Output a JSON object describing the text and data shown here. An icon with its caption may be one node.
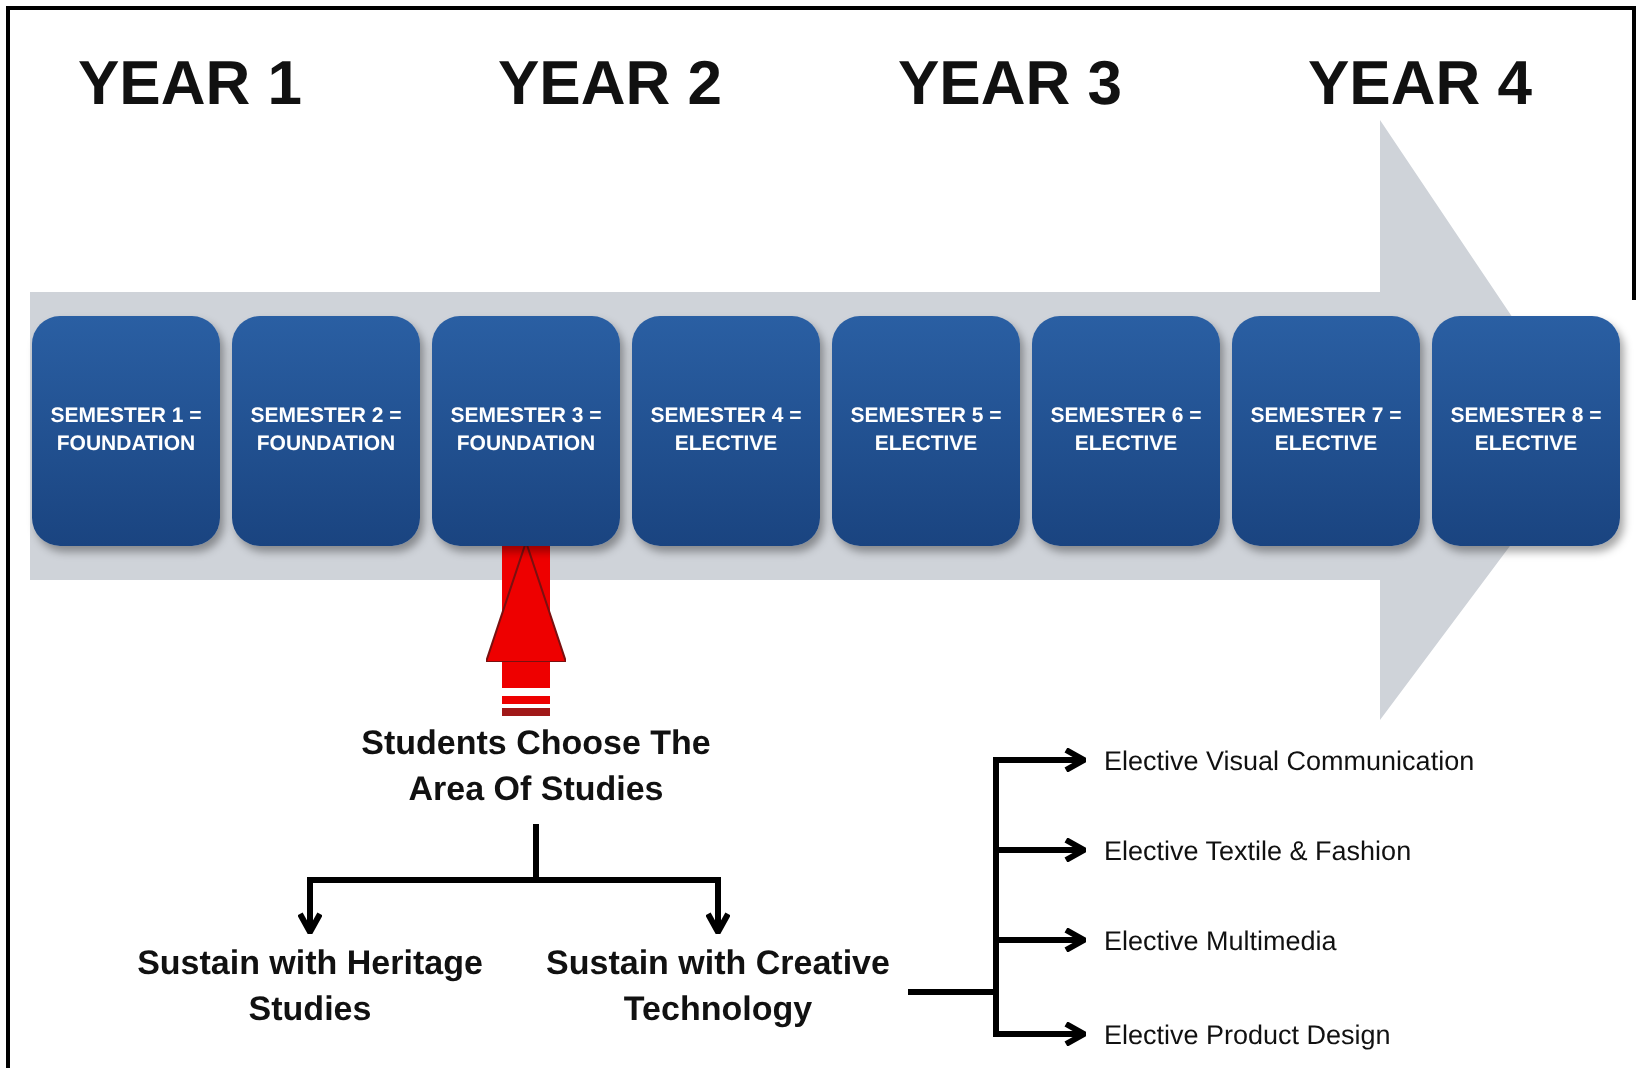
{
  "diagram": {
    "nodes": [
      {
        "text": [
          "SEMESTER 1 = FOUNDATION"
        ]
      },
      {
        "text": [
          "SEMESTER 2 = FOUNDATION"
        ]
      },
      {
        "text": [
          "SEMESTER 3 = FOUNDATION"
        ]
      },
      {
        "text": [
          "SEMESTER 4 = ELECTIVE"
        ]
      },
      {
        "text": [
          "SEMESTER 5 = ELECTIVE"
        ]
      },
      {
        "text": [
          "SEMESTER 6 = ELECTIVE"
        ]
      },
      {
        "text": [
          "SEMESTER 7 = ELECTIVE"
        ]
      },
      {
        "text": [
          "SEMESTER 8 = ELECTIVE"
        ]
      },
      {
        "text": [
          "Students Choose The Area Of Studies"
        ]
      },
      {
        "text": [
          "Sustain with Heritage Studies"
        ]
      },
      {
        "text": [
          "Sustain with Creative Technology"
        ]
      },
      {
        "text": [
          "Elective Visual Communication"
        ]
      },
      {
        "text": [
          "Elective Textile & Fashion"
        ]
      },
      {
        "text": [
          "Elective Multimedia"
        ]
      },
      {
        "text": [
          "Elective Product Design"
        ]
      }
    ],
    "edges": [
      {
        "from": 8,
        "to": 2,
        "arrow": "to",
        "style": "thick",
        "color": "#ee0000"
      },
      {
        "from": 8,
        "to": 9,
        "arrow": "to"
      },
      {
        "from": 8,
        "to": 10,
        "arrow": "to"
      },
      {
        "from": 10,
        "to": 11,
        "arrow": "to"
      },
      {
        "from": 10,
        "to": 12,
        "arrow": "to"
      },
      {
        "from": 10,
        "to": 13,
        "arrow": "to"
      },
      {
        "from": 10,
        "to": 14,
        "arrow": "to"
      }
    ],
    "labels": [
      "YEAR 1",
      "YEAR 2",
      "YEAR 3",
      "YEAR 4"
    ]
  }
}
